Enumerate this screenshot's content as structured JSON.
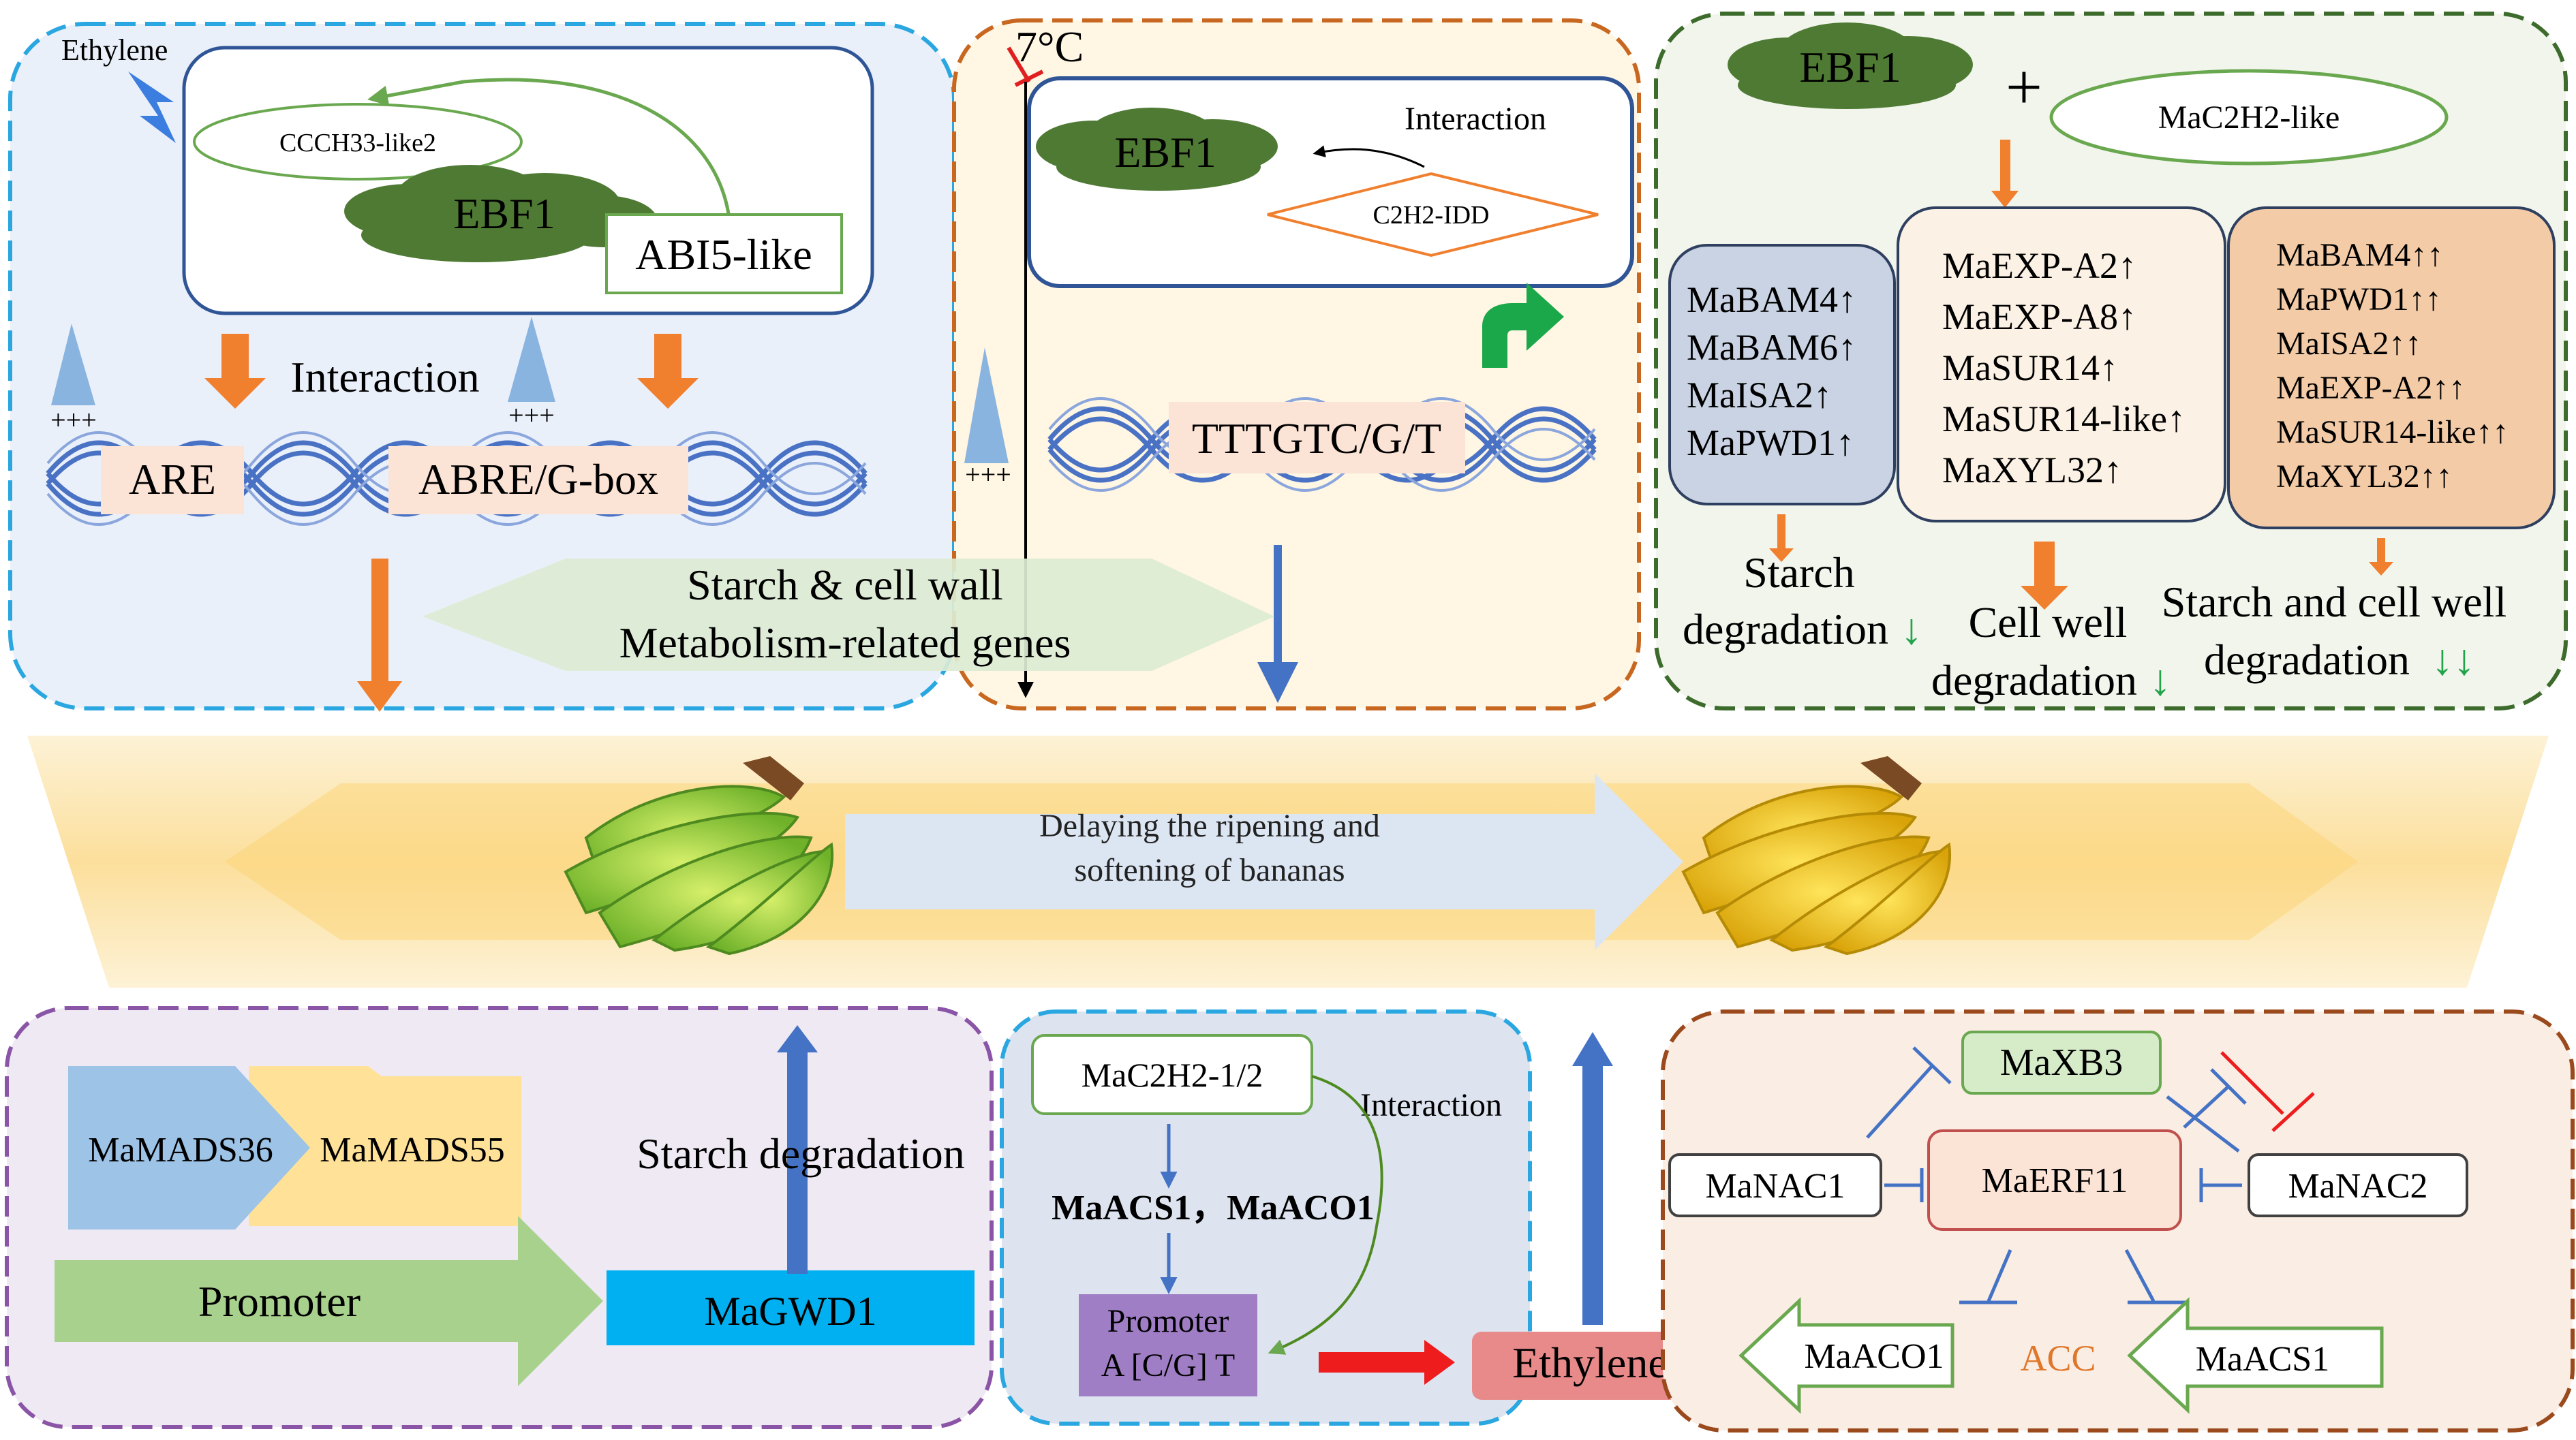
{
  "panel_a": {
    "ethylene": "Ethylene",
    "ccch33": "CCCH33-like2",
    "ebf1": "EBF1",
    "abi5": "ABI5-like",
    "interaction": "Interaction",
    "plus_left": "+++",
    "plus_mid": "+++",
    "are": "ARE",
    "abre": "ABRE/G-box"
  },
  "central_hex": {
    "line1": "Starch & cell wall",
    "line2": "Metabolism-related genes"
  },
  "panel_b": {
    "temp": "7°C",
    "ebf1": "EBF1",
    "interaction": "Interaction",
    "c2h2": "C2H2-IDD",
    "plus": "+++",
    "motif": "TTTGTC/G/T"
  },
  "panel_c": {
    "ebf1": "EBF1",
    "plus_sign": "+",
    "mac2h2": "MaC2H2-like",
    "box1": [
      "MaBAM4↑",
      "MaBAM6↑",
      "MaISA2↑",
      "MaPWD1↑"
    ],
    "box2": [
      "MaEXP-A2↑",
      "MaEXP-A8↑",
      "MaSUR14↑",
      "MaSUR14-like↑",
      "MaXYL32↑"
    ],
    "box3": [
      "MaBAM4↑↑",
      "MaPWD1↑↑",
      "MaISA2↑↑",
      "MaEXP-A2↑↑",
      "MaSUR14-like↑↑",
      "MaXYL32↑↑"
    ],
    "out1_line1": "Starch",
    "out1_line2": "degradation",
    "out1_arrow": "↓",
    "out2_line1": "Cell well",
    "out2_line2": "degradation",
    "out2_arrow": "↓",
    "out3_line1": "Starch and cell well",
    "out3_line2": "degradation",
    "out3_arrow": "↓↓"
  },
  "middle": {
    "line1": "Delaying the ripening and",
    "line2": "softening of bananas"
  },
  "panel_d": {
    "mads36": "MaMADS36",
    "mads55": "MaMADS55",
    "promoter": "Promoter",
    "gwd1": "MaGWD1",
    "starch": "Starch degradation"
  },
  "panel_e": {
    "c2h2": "MaC2H2-1/2",
    "interaction": "Interaction",
    "acs_aco": "MaACS1，MaACO1",
    "promoter": "Promoter",
    "motif": "A [C/G] T"
  },
  "ethylene_box": "Ethylene",
  "panel_f": {
    "xb3": "MaXB3",
    "nac1": "MaNAC1",
    "erf11": "MaERF11",
    "nac2": "MaNAC2",
    "aco1": "MaACO1",
    "acc": "ACC",
    "acs1": "MaACS1"
  },
  "colors": {
    "panel_a_border": "#2aa7e0",
    "panel_b_border": "#c8671f",
    "panel_c_border": "#3c6b2c",
    "panel_d_border": "#8a55a6",
    "panel_e_border": "#2aa7e0",
    "panel_f_border": "#9a4a1c",
    "ebf1_cloud": "#4f7a34",
    "orange_arrow": "#f07f2e",
    "blue_arrow": "#4472c4",
    "dna": "#4a72c4",
    "green_text": "#22a34a",
    "acc_text": "#e0772a"
  }
}
